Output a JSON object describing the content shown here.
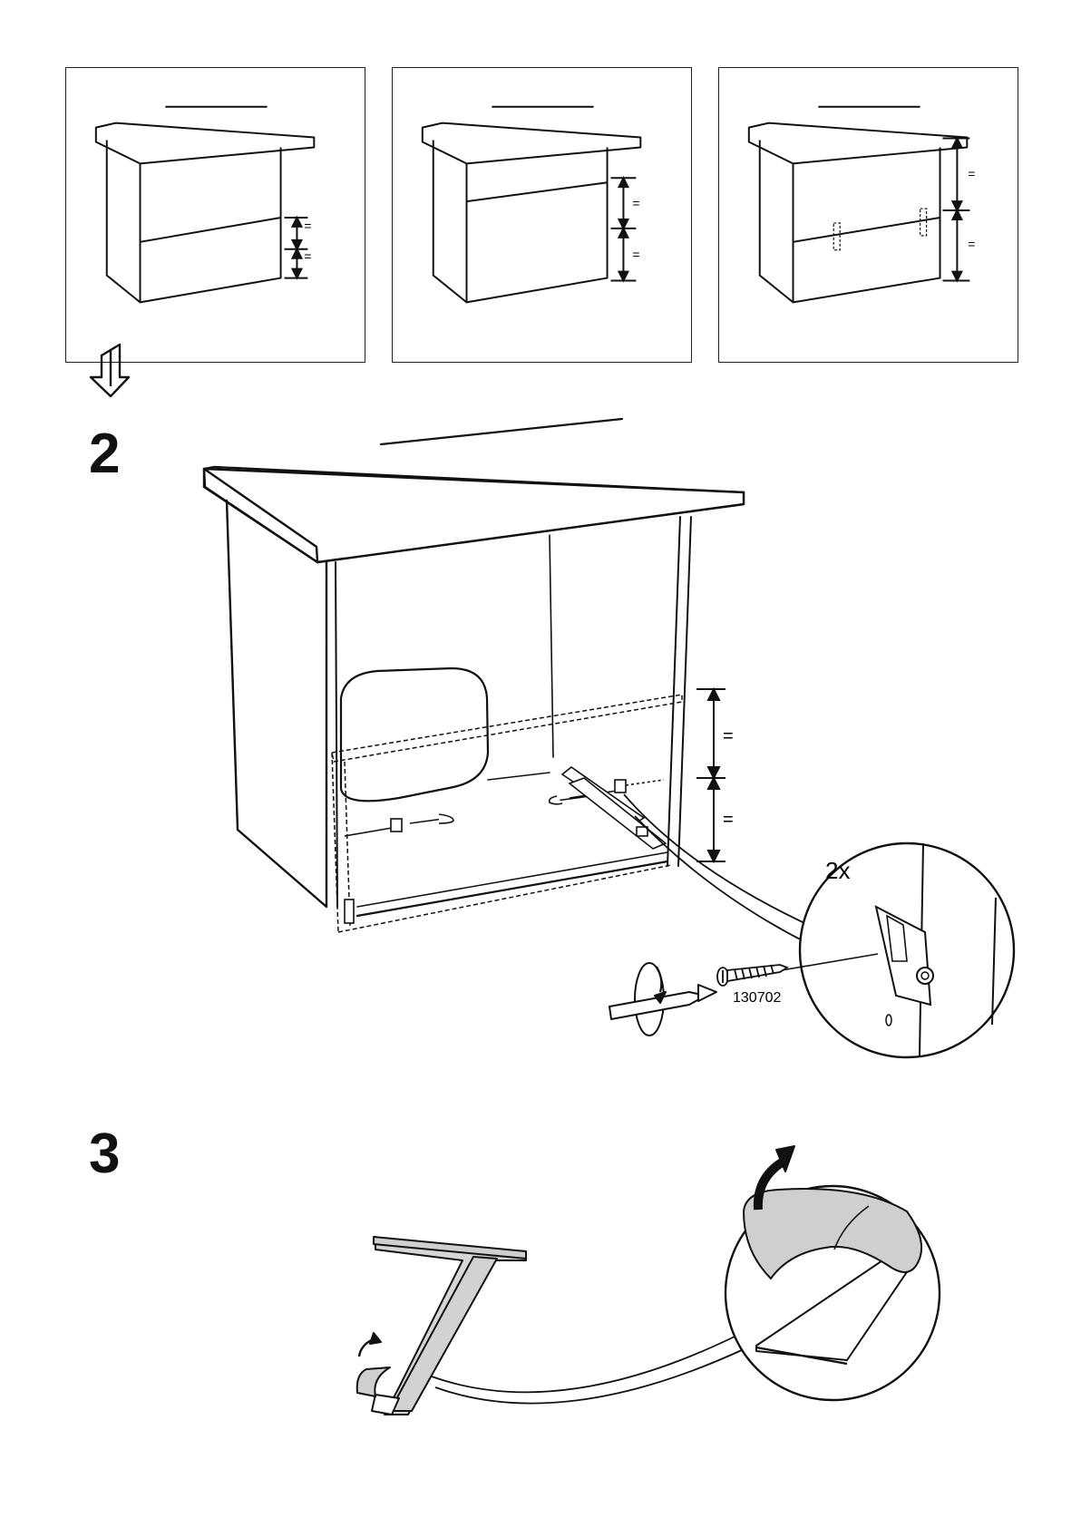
{
  "panels": [
    {
      "eq_top": "=",
      "eq_bottom": "="
    },
    {
      "eq_top": "=",
      "eq_bottom": "="
    },
    {
      "eq_top": "=",
      "eq_bottom": "="
    }
  ],
  "steps": [
    {
      "number": "2",
      "eq_top": "=",
      "eq_bottom": "=",
      "quantity": "2x",
      "part_number": "130702"
    },
    {
      "number": "3"
    }
  ]
}
